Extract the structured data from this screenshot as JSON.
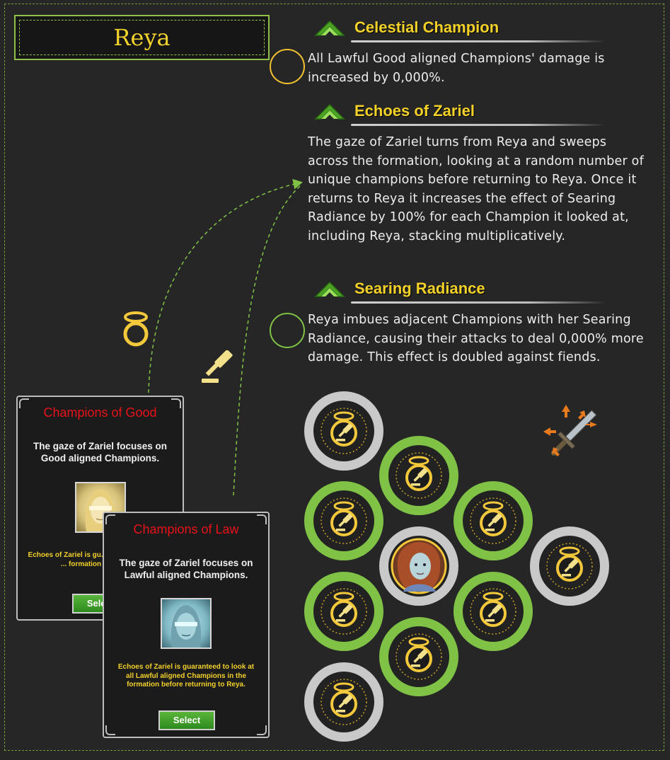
{
  "hero": {
    "name": "Reya"
  },
  "abilities": [
    {
      "name": "Celestial Champion",
      "desc": "All Lawful Good aligned Champions' damage is increased by 0,000%."
    },
    {
      "name": "Echoes of Zariel",
      "desc": "The gaze of Zariel turns from Reya and sweeps across the formation, looking at a random number of unique champions before returning to Reya. Once it returns to Reya it increases the effect of Searing Radiance by 100% for each Champion it looked at, including Reya, stacking multiplicatively."
    },
    {
      "name": "Searing Radiance",
      "desc": "Reya imbues adjacent Champions with her Searing Radiance, causing their attacks to deal 0,000% more damage. This effect is doubled against fiends."
    }
  ],
  "cards": [
    {
      "title": "Champions of Good",
      "body": "The gaze of Zariel focuses on Good aligned Champions.",
      "note": "Echoes of Zariel is gu... at all Good aligned ... formation before re...",
      "button": "Select"
    },
    {
      "title": "Champions of Law",
      "body": "The gaze of Zariel focuses on Lawful aligned Champions.",
      "note": "Echoes of Zariel is guaranteed to look at all Lawful aligned Champions in the formation before returning to Reya.",
      "button": "Select"
    }
  ],
  "icons": {
    "ability_chevron": "green-chevron-icon",
    "halo": "halo-icon",
    "gavel": "gavel-icon",
    "sword": "sword-arrows-icon"
  },
  "colors": {
    "gold": "#f3d128",
    "green": "#7fc245",
    "grey_ring": "#c9c9c9",
    "red_title": "#e8121a",
    "background": "#262626"
  },
  "formation": {
    "slots": [
      {
        "id": "slot-1",
        "ring": "grey",
        "content": "halo-gavel"
      },
      {
        "id": "slot-2",
        "ring": "green",
        "content": "halo-gavel"
      },
      {
        "id": "slot-3",
        "ring": "green",
        "content": "halo-gavel"
      },
      {
        "id": "slot-4",
        "ring": "green",
        "content": "halo-gavel"
      },
      {
        "id": "slot-5",
        "ring": "grey",
        "content": "reya-portrait"
      },
      {
        "id": "slot-6",
        "ring": "grey",
        "content": "halo-gavel"
      },
      {
        "id": "slot-7",
        "ring": "green",
        "content": "halo-gavel"
      },
      {
        "id": "slot-8",
        "ring": "green",
        "content": "halo-gavel"
      },
      {
        "id": "slot-9",
        "ring": "green",
        "content": "halo-gavel"
      },
      {
        "id": "slot-10",
        "ring": "grey",
        "content": "halo-gavel"
      }
    ]
  }
}
